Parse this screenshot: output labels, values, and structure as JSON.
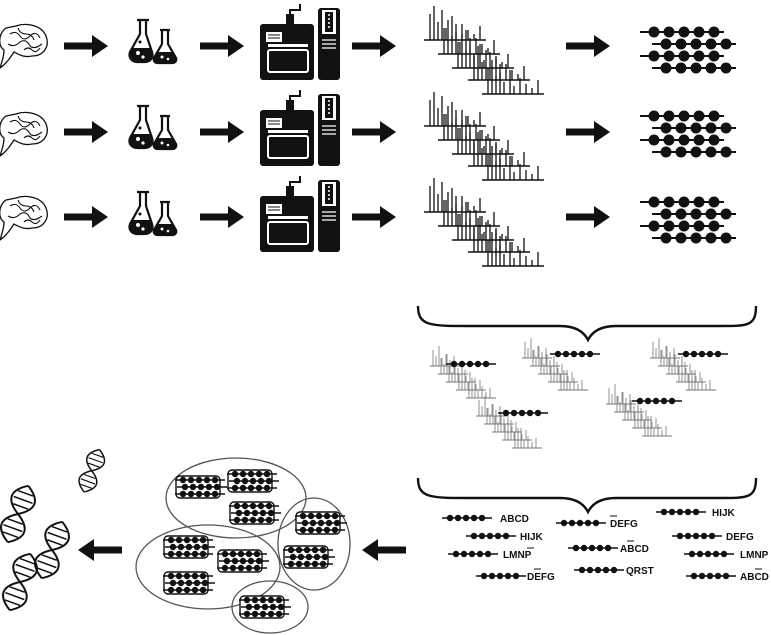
{
  "pipeline": {
    "rows": 3,
    "stages": [
      "brain-tissue",
      "flasks",
      "mass-spectrometer",
      "spectra",
      "peptide-chains"
    ]
  },
  "peptide_labels": [
    {
      "text": "ABCD",
      "overline": ""
    },
    {
      "text": "DEFG",
      "overline": "D"
    },
    {
      "text": "HIJK",
      "overline": ""
    },
    {
      "text": "HIJK",
      "overline": ""
    },
    {
      "text": "DEFG",
      "overline": ""
    },
    {
      "text": "LMNP",
      "overline": "P"
    },
    {
      "text": "ABCD",
      "overline": "B"
    },
    {
      "text": "LMNP",
      "overline": ""
    },
    {
      "text": "DEFG",
      "overline": "E"
    },
    {
      "text": "QRST",
      "overline": ""
    },
    {
      "text": "ABCD",
      "overline": "C"
    }
  ],
  "colors": {
    "ink": "#111111",
    "paper": "#ffffff",
    "faint": "#888888",
    "oval": "#555555"
  }
}
